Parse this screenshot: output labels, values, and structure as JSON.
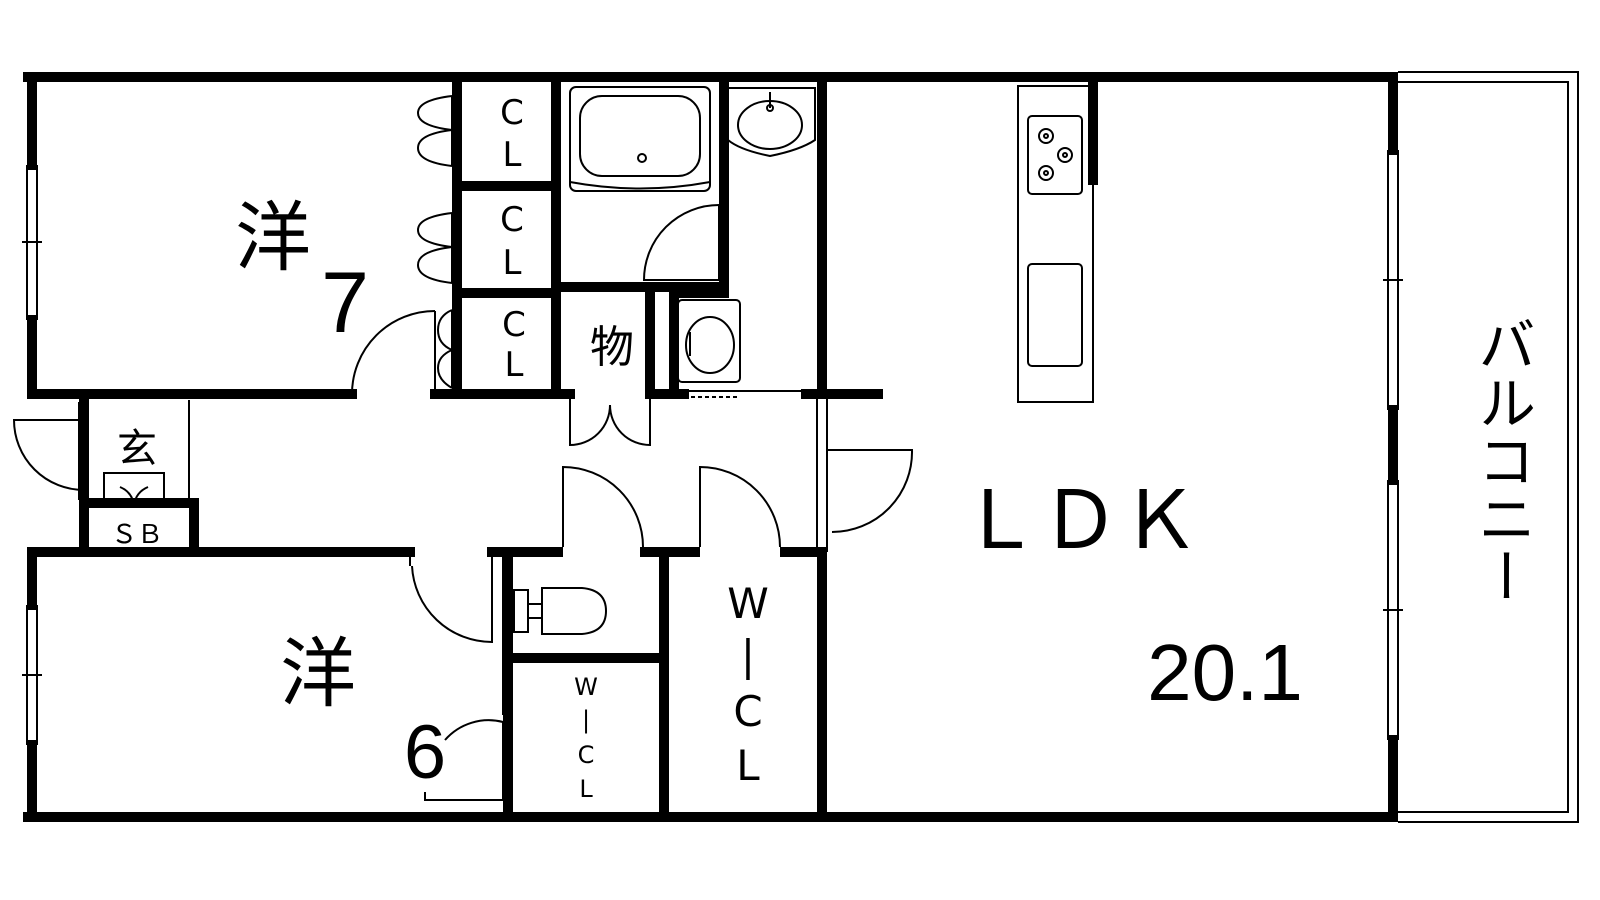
{
  "floor_plan": {
    "rooms": {
      "western_7": {
        "label": "洋",
        "size": "7"
      },
      "western_6": {
        "label": "洋",
        "size": "6"
      },
      "ldk": {
        "label": "ＬＤＫ",
        "size": "20.1"
      },
      "balcony": {
        "label": "バルコニー"
      },
      "entrance": {
        "label": "玄"
      },
      "shoe_box": {
        "label": "ＳＢ"
      },
      "storage": {
        "label": "物"
      }
    },
    "closets": {
      "cl_top_upper": [
        "C",
        "L"
      ],
      "cl_top_middle": [
        "C",
        "L"
      ],
      "cl_top_lower": [
        "C",
        "L"
      ],
      "wic_large": [
        "W",
        "|",
        "C",
        "L"
      ],
      "wic_small": [
        "W",
        "|",
        "C",
        "L"
      ]
    }
  }
}
